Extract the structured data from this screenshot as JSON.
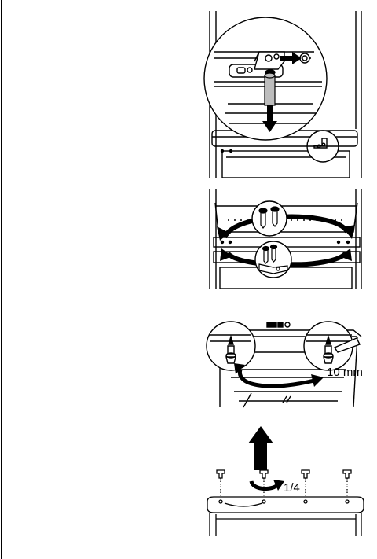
{
  "figures": [
    {
      "id": "fig-1",
      "labels": []
    },
    {
      "id": "fig-2",
      "labels": []
    },
    {
      "id": "fig-3",
      "labels": [
        {
          "text": "10 mm"
        }
      ]
    },
    {
      "id": "fig-4",
      "labels": [
        {
          "text": "1/4"
        }
      ]
    }
  ],
  "colors": {
    "line": "#000000",
    "gray_pin": "#bdbdbd",
    "background": "#ffffff"
  }
}
